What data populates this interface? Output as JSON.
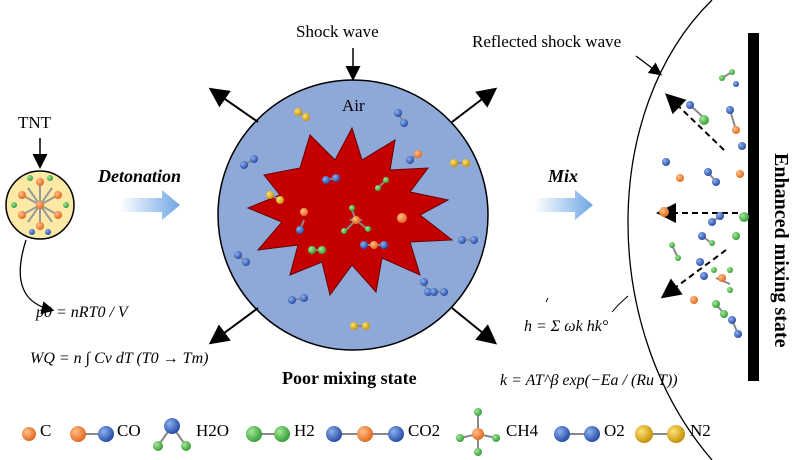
{
  "labels": {
    "shock_wave": "Shock wave",
    "reflected_shock_wave": "Reflected shock wave",
    "air": "Air",
    "tnt": "TNT",
    "detonation": "Detonation",
    "mix": "Mix",
    "poor_mixing_state": "Poor mixing state",
    "enhanced_mixing_state": "Enhanced mixing state"
  },
  "equations": {
    "ideal_gas": "p0 = nRT0 / V",
    "heat": "WQ = n ∫ Cv dT (T0 → Tm)",
    "heat_release": "h = Σ ωk hk°",
    "arrhenius": "k = AT^β exp(−Ea / (Ru T))"
  },
  "legend": [
    {
      "label": "C",
      "icon": "c-atom"
    },
    {
      "label": "CO",
      "icon": "co-molecule"
    },
    {
      "label": "H2O",
      "icon": "h2o-molecule"
    },
    {
      "label": "H2",
      "icon": "h2-molecule"
    },
    {
      "label": "CO2",
      "icon": "co2-molecule"
    },
    {
      "label": "CH4",
      "icon": "ch4-molecule"
    },
    {
      "label": "O2",
      "icon": "o2-molecule"
    },
    {
      "label": "N2",
      "icon": "n2-molecule"
    }
  ],
  "colors": {
    "carbon": "#f07a2a",
    "oxygen": "#2f5db5",
    "hydrogen": "#4cb84a",
    "nitrogen": "#d8a400",
    "air": "#8ea8d8",
    "fireball": "#cc0000",
    "tnt_core": "#fde9a6",
    "arrow_blue": "#7fb2ea"
  }
}
